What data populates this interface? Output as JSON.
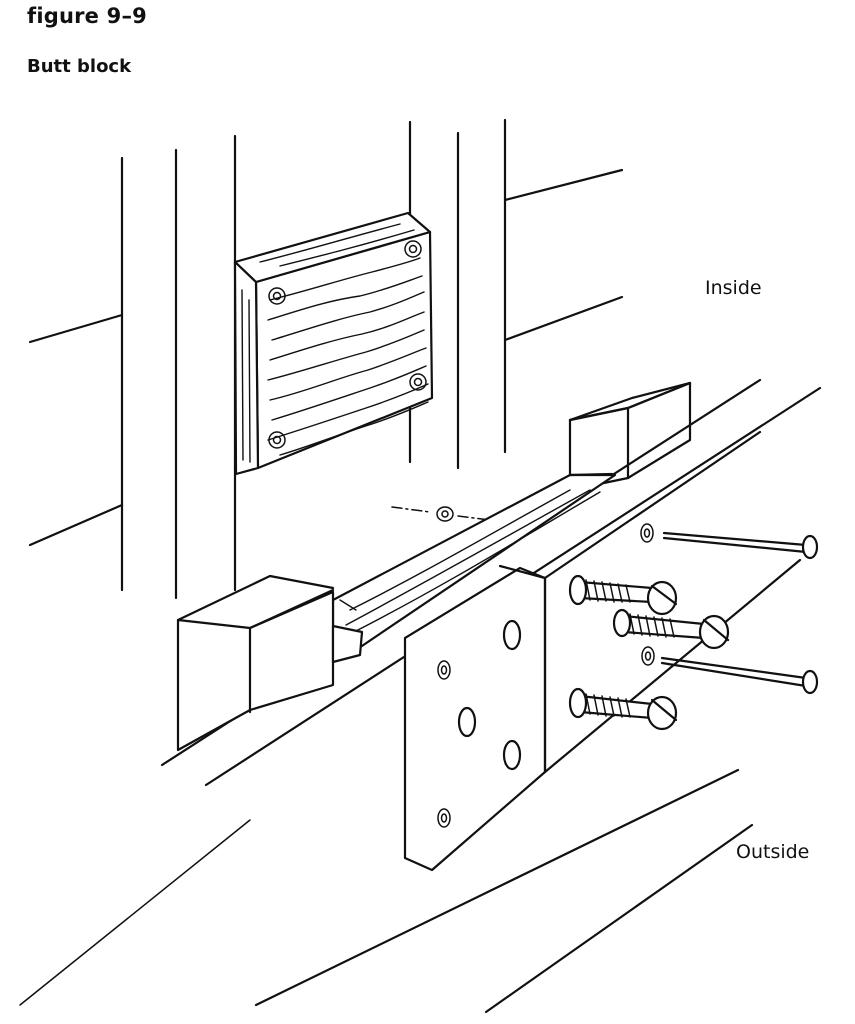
{
  "figure": {
    "number": "figure 9–9",
    "title": "Butt block"
  },
  "labels": {
    "inside": "Inside",
    "outside": "Outside"
  },
  "colors": {
    "ink": "#111111",
    "paper": "#ffffff"
  }
}
